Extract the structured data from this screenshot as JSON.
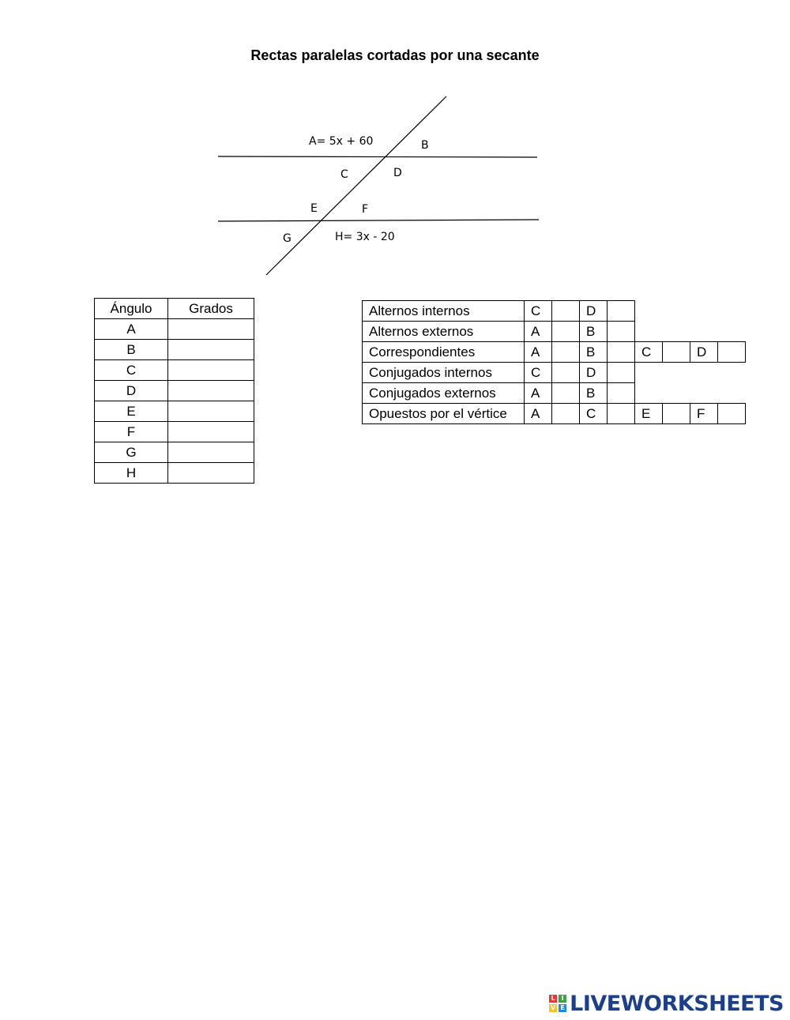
{
  "title": "Rectas paralelas cortadas por una secante",
  "figure": {
    "labels": {
      "A": "A= 5x + 60",
      "B": "B",
      "C": "C",
      "D": "D",
      "E": "E",
      "F": "F",
      "G": "G",
      "H": "H= 3x -  20"
    }
  },
  "angles_table": {
    "headers": [
      "Ángulo",
      "Grados"
    ],
    "rows": [
      "A",
      "B",
      "C",
      "D",
      "E",
      "F",
      "G",
      "H"
    ]
  },
  "relations_table": [
    {
      "name": "Alternos internos",
      "letters": [
        "C",
        "D"
      ]
    },
    {
      "name": "Alternos externos",
      "letters": [
        "A",
        "B"
      ]
    },
    {
      "name": "Correspondientes",
      "letters": [
        "A",
        "B",
        "C",
        "D"
      ]
    },
    {
      "name": "Conjugados internos",
      "letters": [
        "C",
        "D"
      ]
    },
    {
      "name": "Conjugados externos",
      "letters": [
        "A",
        "B"
      ]
    },
    {
      "name": "Opuestos por el vértice",
      "letters": [
        "A",
        "C",
        "E",
        "F"
      ]
    }
  ],
  "brand": {
    "badge_letters": [
      "L",
      "I",
      "V",
      "E"
    ],
    "badge_colors": [
      "#e53935",
      "#43a047",
      "#fbc02d",
      "#1e88e5"
    ],
    "text": "LIVEWORKSHEETS"
  }
}
